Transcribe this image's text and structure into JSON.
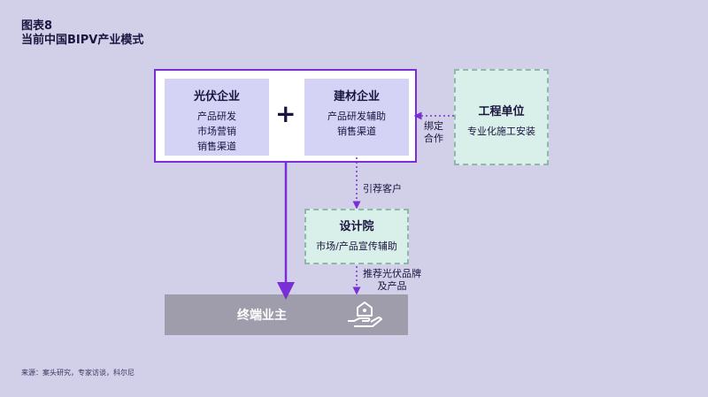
{
  "header": {
    "figure_label": "图表8",
    "figure_title": "当前中国BIPV产业模式"
  },
  "pv_enterprise": {
    "title": "光伏企业",
    "lines": [
      "产品研发",
      "市场营销",
      "销售渠道"
    ]
  },
  "plus_symbol": "+",
  "building_material": {
    "title": "建材企业",
    "lines": [
      "产品研发辅助",
      "销售渠道"
    ]
  },
  "engineering_unit": {
    "title": "工程单位",
    "lines": [
      "专业化施工安装"
    ]
  },
  "design_institute": {
    "title": "设计院",
    "lines": [
      "市场/产品宣传辅助"
    ]
  },
  "end_owner": {
    "title": "终端业主"
  },
  "edge_labels": {
    "bind_cooperate": [
      "绑定",
      "合作"
    ],
    "refer_customers": "引荐客户",
    "recommend_brand": [
      "推荐光伏品牌",
      "及产品"
    ]
  },
  "source": "来源：案头研究，专家访谈，科尔尼",
  "colors": {
    "background": "#d2d0e8",
    "accent_purple": "#7a2fd6",
    "box_lavender": "#d4d2f5",
    "box_mint": "#d9efe9",
    "owner_grey": "#9f9dab"
  },
  "icons": {
    "owner_icon": "hand-holding-house-icon"
  }
}
